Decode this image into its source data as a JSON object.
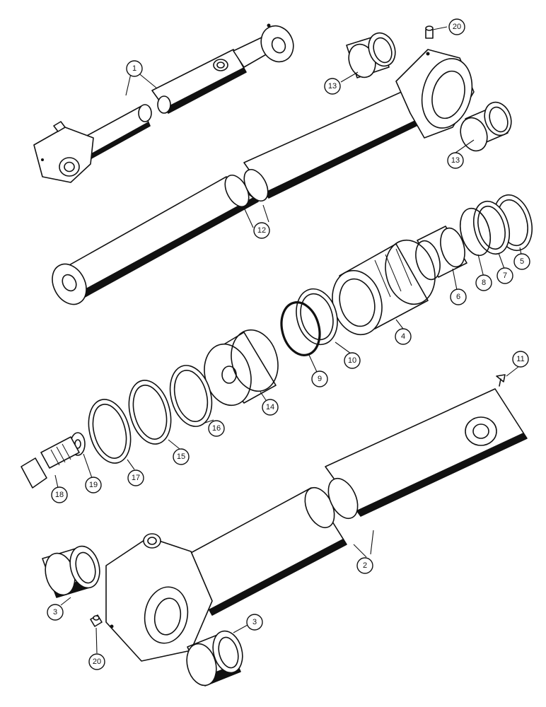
{
  "callouts": [
    {
      "label": "1"
    },
    {
      "label": "20"
    },
    {
      "label": "13"
    },
    {
      "label": "13"
    },
    {
      "label": "12"
    },
    {
      "label": "5"
    },
    {
      "label": "7"
    },
    {
      "label": "8"
    },
    {
      "label": "6"
    },
    {
      "label": "4"
    },
    {
      "label": "10"
    },
    {
      "label": "9"
    },
    {
      "label": "11"
    },
    {
      "label": "14"
    },
    {
      "label": "16"
    },
    {
      "label": "15"
    },
    {
      "label": "17"
    },
    {
      "label": "19"
    },
    {
      "label": "18"
    },
    {
      "label": "2"
    },
    {
      "label": "3"
    },
    {
      "label": "3"
    },
    {
      "label": "20"
    }
  ]
}
